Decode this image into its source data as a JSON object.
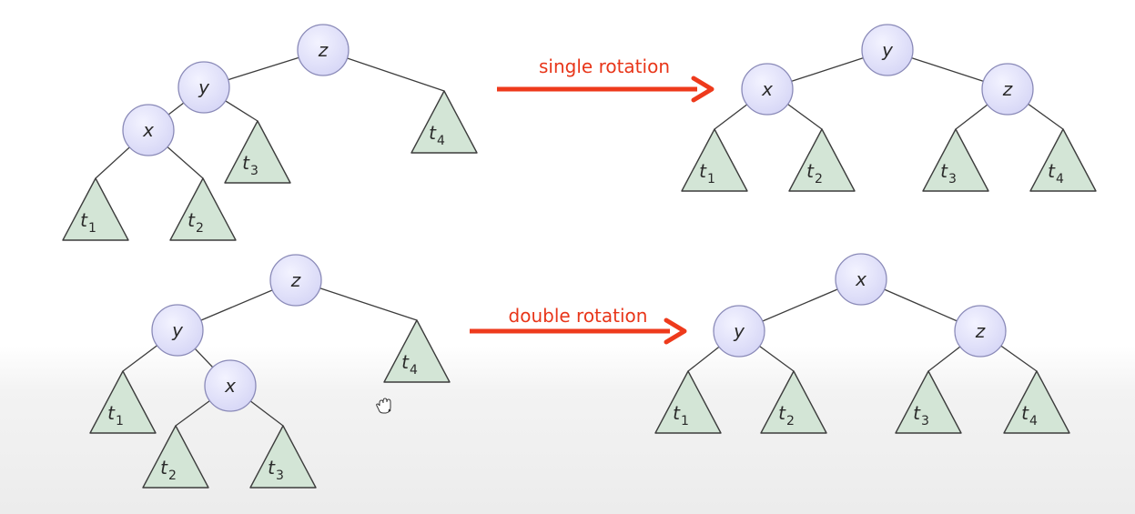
{
  "rotations": [
    {
      "label": "single rotation",
      "before": {
        "nodes": {
          "z": "z",
          "y": "y",
          "x": "x"
        },
        "subtrees": [
          {
            "base": "t",
            "sub": "1"
          },
          {
            "base": "t",
            "sub": "2"
          },
          {
            "base": "t",
            "sub": "3"
          },
          {
            "base": "t",
            "sub": "4"
          }
        ]
      },
      "after": {
        "nodes": {
          "y": "y",
          "x": "x",
          "z": "z"
        },
        "subtrees": [
          {
            "base": "t",
            "sub": "1"
          },
          {
            "base": "t",
            "sub": "2"
          },
          {
            "base": "t",
            "sub": "3"
          },
          {
            "base": "t",
            "sub": "4"
          }
        ]
      }
    },
    {
      "label": "double rotation",
      "before": {
        "nodes": {
          "z": "z",
          "y": "y",
          "x": "x"
        },
        "subtrees": [
          {
            "base": "t",
            "sub": "1"
          },
          {
            "base": "t",
            "sub": "2"
          },
          {
            "base": "t",
            "sub": "3"
          },
          {
            "base": "t",
            "sub": "4"
          }
        ]
      },
      "after": {
        "nodes": {
          "x": "x",
          "y": "y",
          "z": "z"
        },
        "subtrees": [
          {
            "base": "t",
            "sub": "1"
          },
          {
            "base": "t",
            "sub": "2"
          },
          {
            "base": "t",
            "sub": "3"
          },
          {
            "base": "t",
            "sub": "4"
          }
        ]
      }
    }
  ],
  "colors": {
    "node_fill": "#e4e4fb",
    "node_stroke": "#8a8ab8",
    "triangle_fill": "#d3e5d6",
    "triangle_stroke": "#3c3c3c",
    "edge": "#3c3c3c",
    "arrow": "#ee3a1c",
    "label": "#e8361a"
  },
  "cursor_icon": "hand-grab-icon"
}
